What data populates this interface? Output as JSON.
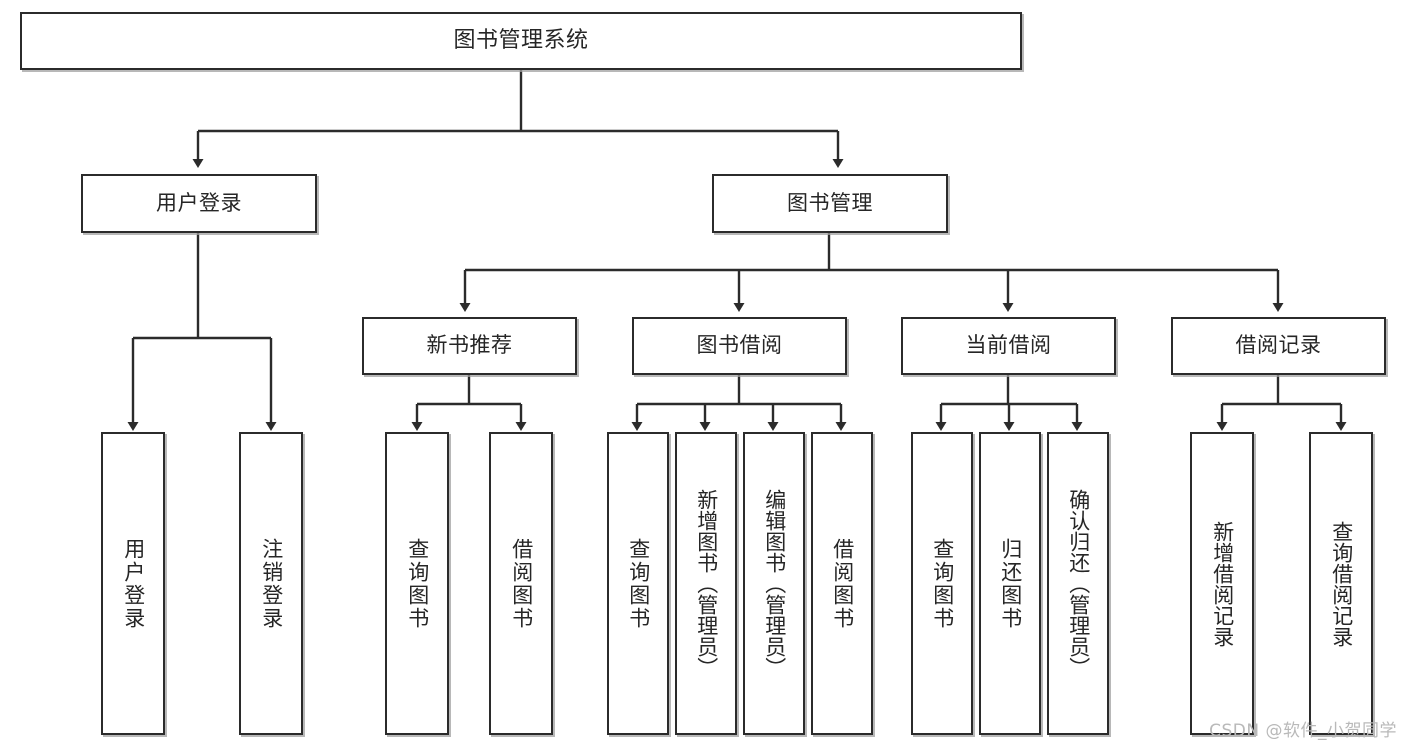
{
  "diagram": {
    "type": "tree",
    "title": "图书管理系统",
    "orientation": "top-down",
    "background_color": "#ffffff",
    "node_border_color": "#2b2b2b",
    "edge_color": "#2b2b2b",
    "text_color": "#262626"
  },
  "nodes": {
    "root": {
      "label": "图书管理系统",
      "level": 0
    },
    "level1": [
      {
        "label": "用户登录",
        "level": 1
      },
      {
        "label": "图书管理",
        "level": 1
      }
    ],
    "level2": [
      {
        "label": "新书推荐",
        "level": 2
      },
      {
        "label": "图书借阅",
        "level": 2
      },
      {
        "label": "当前借阅",
        "level": 2
      },
      {
        "label": "借阅记录",
        "level": 2
      }
    ],
    "leaves": {
      "user_login": [
        {
          "label": "用户登录"
        },
        {
          "label": "注销登录"
        }
      ],
      "new_book_recommend": [
        {
          "label": "查询图书"
        },
        {
          "label": "借阅图书"
        }
      ],
      "book_borrow": [
        {
          "label": "查询图书"
        },
        {
          "label": "新增图书（管理员）"
        },
        {
          "label": "编辑图书（管理员）"
        },
        {
          "label": "借阅图书"
        }
      ],
      "current_borrow": [
        {
          "label": "查询图书"
        },
        {
          "label": "归还图书"
        },
        {
          "label": "确认归还（管理员）"
        }
      ],
      "borrow_record": [
        {
          "label": "新增借阅记录"
        },
        {
          "label": "查询借阅记录"
        }
      ]
    }
  },
  "watermark": {
    "text": "CSDN @软件_小贺同学"
  }
}
